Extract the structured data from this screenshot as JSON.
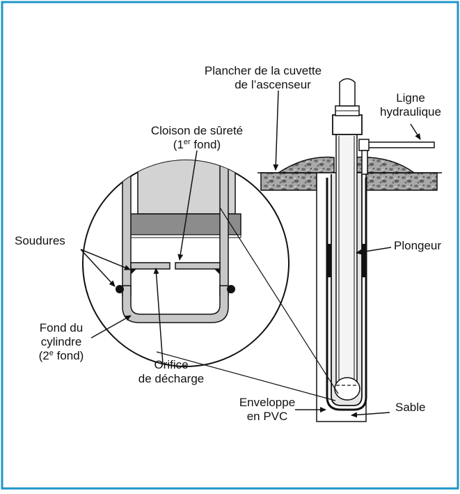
{
  "colors": {
    "border": "#1f95c9",
    "cylinder_gray": "#c8c8c8",
    "plunger_gray": "#d9d9d9",
    "dark_band": "#8c8c8c",
    "concrete": "#9a9a9a",
    "ink": "#111111"
  },
  "labels": {
    "floor_line1": "Plancher de la cuvette",
    "floor_line2": "de l’ascenseur",
    "hyd_line1": "Ligne",
    "hyd_line2": "hydraulique",
    "cloison_line1": "Cloison de sûreté",
    "cloison_line2_pre": "(1",
    "cloison_line2_sup": "er",
    "cloison_line2_post": " fond)",
    "soudures": "Soudures",
    "plongeur": "Plongeur",
    "fond_line1": "Fond du",
    "fond_line2": "cylindre",
    "fond_line3_pre": "(2",
    "fond_line3_sup": "e",
    "fond_line3_post": " fond)",
    "orifice_line1": "Orifice",
    "orifice_line2": "de décharge",
    "enveloppe_line1": "Enveloppe",
    "enveloppe_line2": "en PVC",
    "sable": "Sable"
  }
}
